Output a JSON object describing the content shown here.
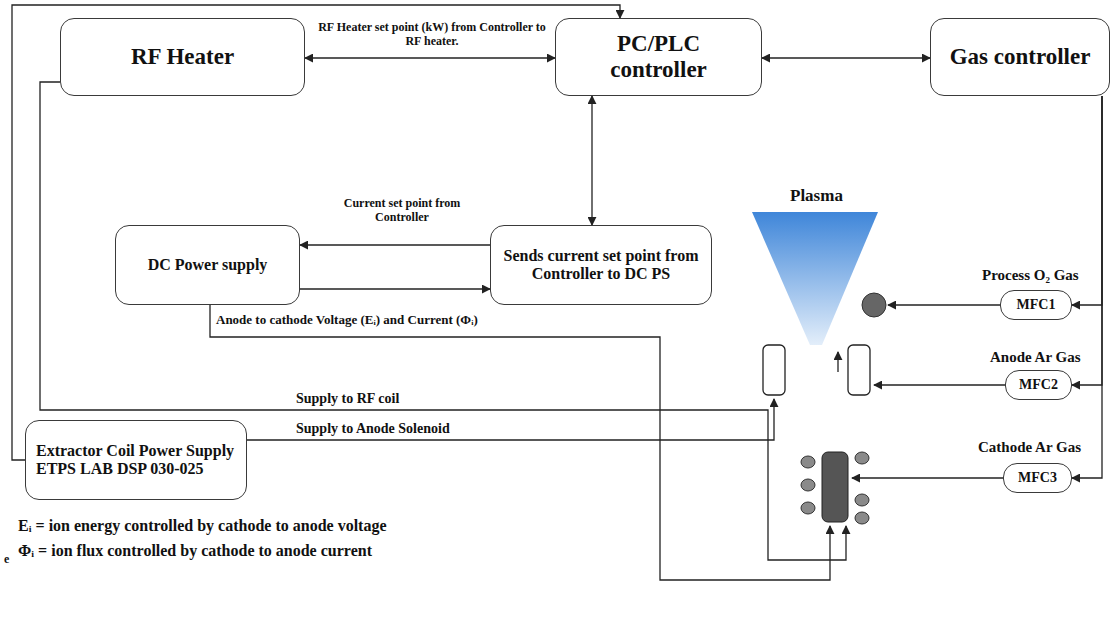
{
  "diagram": {
    "nodes": [
      {
        "text": [
          "RF Heater"
        ]
      },
      {
        "text": [
          "PC/PLC controller"
        ]
      },
      {
        "text": [
          "Gas controller"
        ]
      },
      {
        "text": [
          "DC Power supply"
        ]
      },
      {
        "text": [
          "Sends current set point from Controller to DC PS"
        ]
      },
      {
        "text": [
          "Extractor Coil Power Supply ETPS LAB DSP 030-025"
        ]
      },
      {
        "text": [
          "MFC1"
        ]
      },
      {
        "text": [
          "MFC2"
        ]
      },
      {
        "text": [
          "MFC3"
        ]
      }
    ],
    "edges": [
      {
        "from": 0,
        "to": 1,
        "arrow": "both",
        "label": "RF Heater set point (kW) from Controller to RF heater."
      },
      {
        "from": 1,
        "to": 2,
        "arrow": "both"
      },
      {
        "from": 1,
        "to": 4,
        "arrow": "both"
      },
      {
        "from": 4,
        "to": 3,
        "arrow": "to",
        "label": "Current set point from Controller"
      },
      {
        "from": 3,
        "to": 4,
        "arrow": "to"
      },
      {
        "from": 5,
        "to": 1,
        "arrow": "to"
      },
      {
        "from": 2,
        "to": 6,
        "arrow": "to"
      },
      {
        "from": 2,
        "to": 7,
        "arrow": "to"
      },
      {
        "from": 2,
        "to": 8,
        "arrow": "to"
      }
    ],
    "labels": [
      "Plasma",
      "Process O₂ Gas",
      "Anode Ar Gas",
      "Cathode Ar Gas",
      "Anode to cathode Voltage (Eᵢ) and Current (Φᵢ)",
      "Supply to RF coil",
      "Supply to Anode Solenoid",
      "Eᵢ = ion energy controlled by cathode to anode voltage",
      "Φᵢ = ion flux controlled by cathode to anode current",
      "e"
    ]
  }
}
